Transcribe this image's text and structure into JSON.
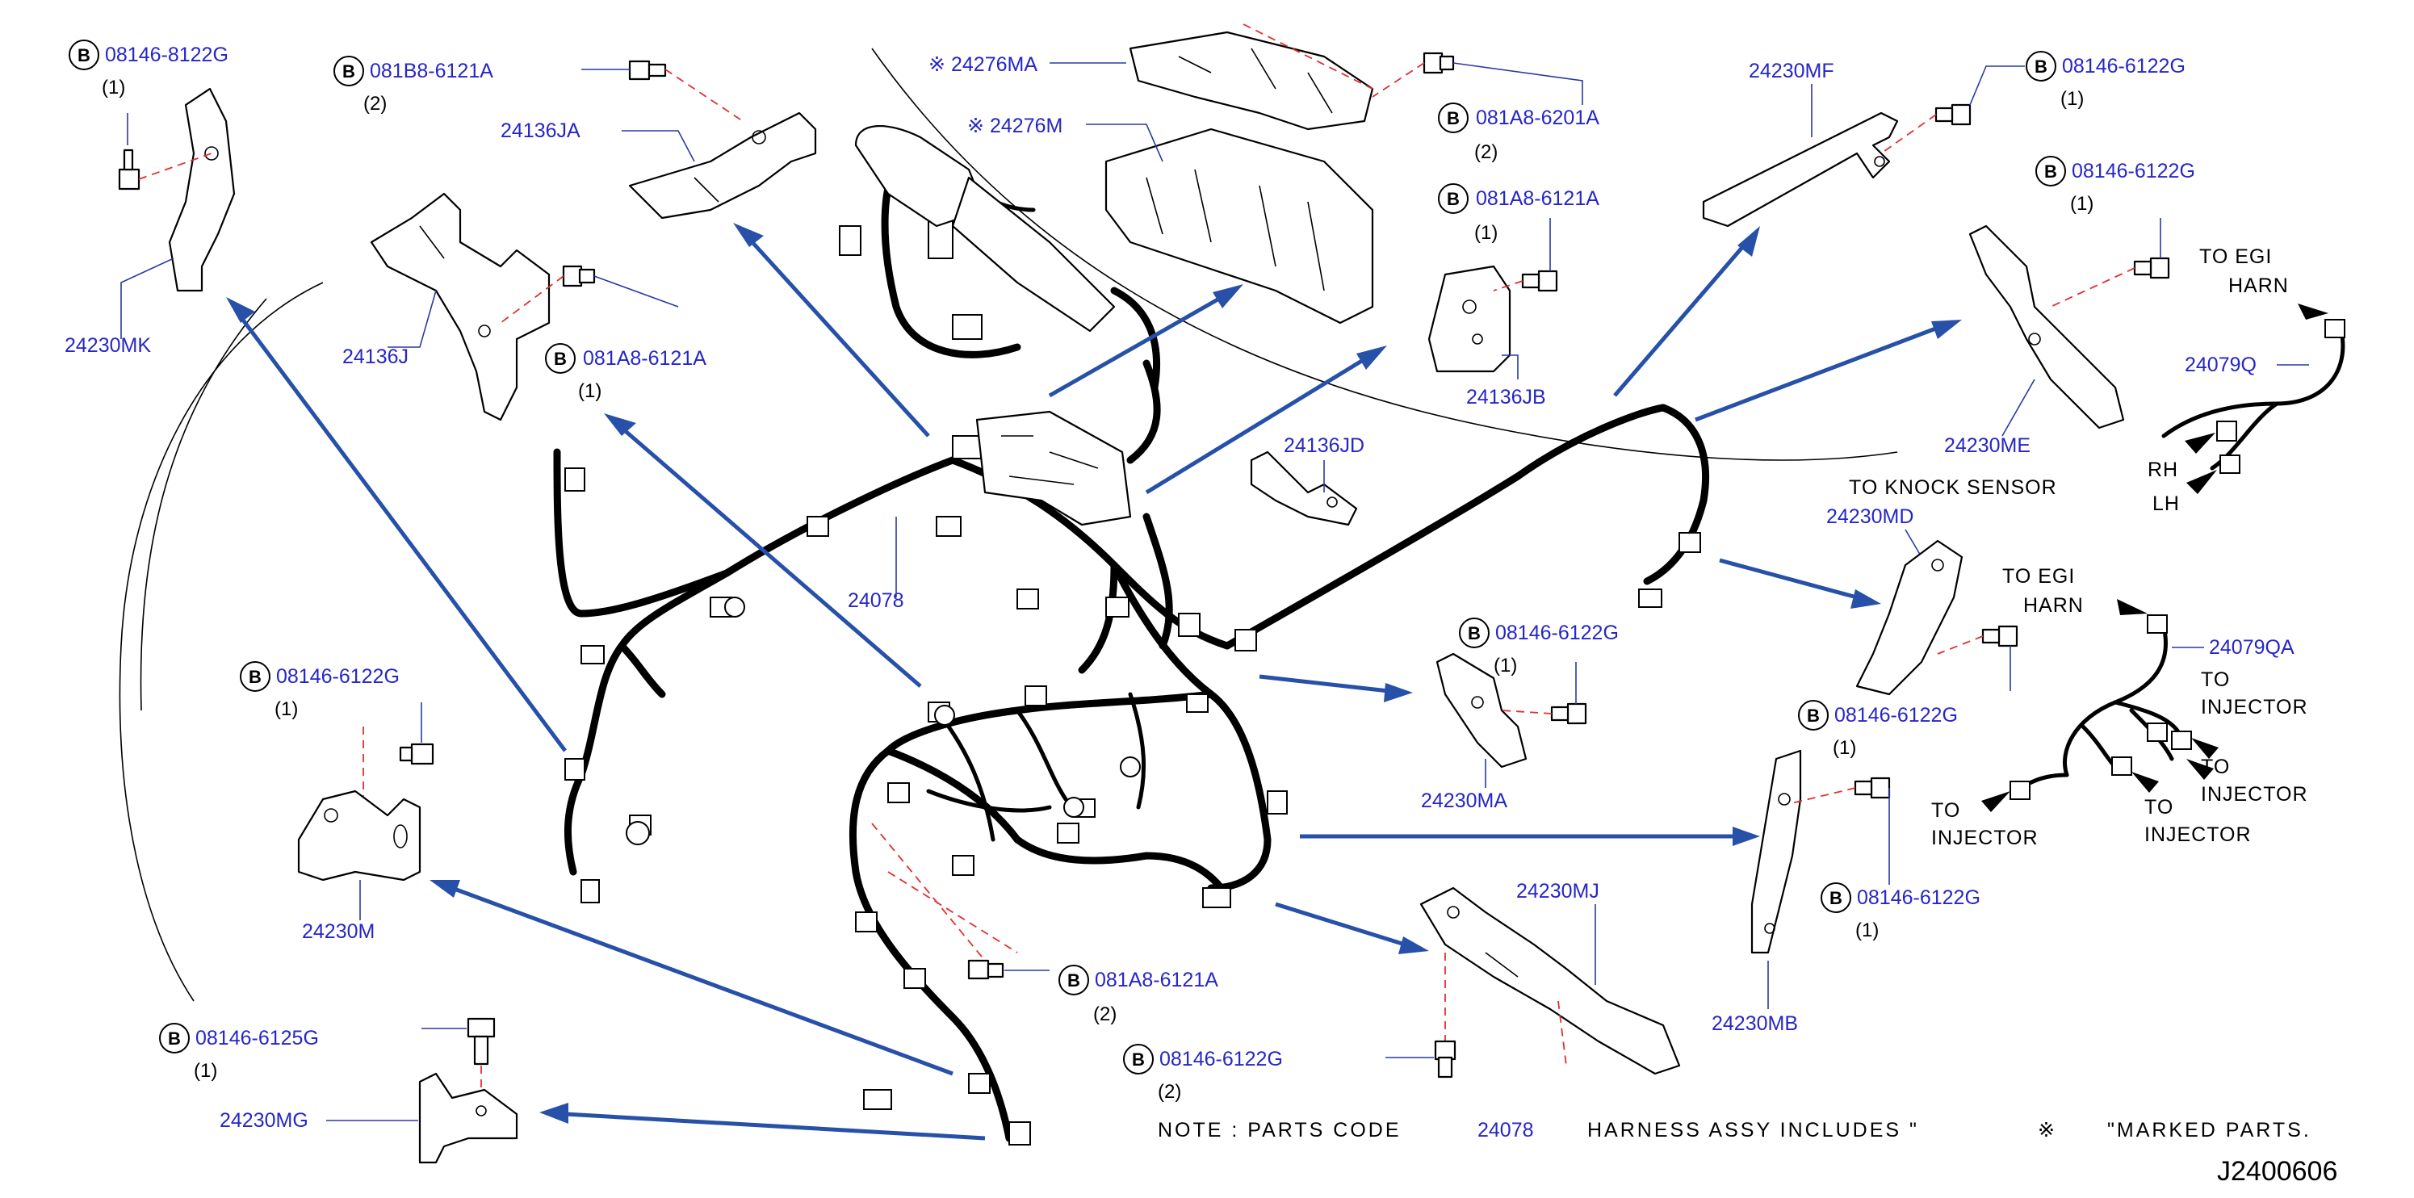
{
  "figure_code": "J2400606",
  "note": {
    "prefix": "NOTE : PARTS CODE",
    "part_code": "24078",
    "middle": "HARNESS ASSY  INCLUDES \"",
    "symbol": "※",
    "suffix": "\"MARKED PARTS."
  },
  "bolt_marker": "B",
  "part_labels": [
    {
      "id": "24230MK",
      "text": "24230MK"
    },
    {
      "id": "24136JA",
      "text": "24136JA"
    },
    {
      "id": "24136J",
      "text": "24136J"
    },
    {
      "id": "24276MA",
      "text": "24276MA"
    },
    {
      "id": "24276M",
      "text": "24276M"
    },
    {
      "id": "24078",
      "text": "24078"
    },
    {
      "id": "24136JB",
      "text": "24136JB"
    },
    {
      "id": "24136JD",
      "text": "24136JD"
    },
    {
      "id": "24230MF",
      "text": "24230MF"
    },
    {
      "id": "24230ME",
      "text": "24230ME"
    },
    {
      "id": "24079Q",
      "text": "24079Q"
    },
    {
      "id": "24230MD",
      "text": "24230MD"
    },
    {
      "id": "24079QA",
      "text": "24079QA"
    },
    {
      "id": "24230MA",
      "text": "24230MA"
    },
    {
      "id": "24230MB",
      "text": "24230MB"
    },
    {
      "id": "24230MJ",
      "text": "24230MJ"
    },
    {
      "id": "24230M",
      "text": "24230M"
    },
    {
      "id": "24230MG",
      "text": "24230MG"
    }
  ],
  "bolts": [
    {
      "id": "b1",
      "part": "08146-8122G",
      "qty": "(1)"
    },
    {
      "id": "b2",
      "part": "081B8-6121A",
      "qty": "(2)"
    },
    {
      "id": "b3",
      "part": "081A8-6121A",
      "qty": "(1)"
    },
    {
      "id": "b4",
      "part": "081A8-6201A",
      "qty": "(2)"
    },
    {
      "id": "b5",
      "part": "081A8-6121A",
      "qty": "(1)"
    },
    {
      "id": "b6",
      "part": "08146-6122G",
      "qty": "(1)"
    },
    {
      "id": "b7",
      "part": "08146-6122G",
      "qty": "(1)"
    },
    {
      "id": "b8",
      "part": "08146-6122G",
      "qty": "(1)"
    },
    {
      "id": "b9",
      "part": "08146-6122G",
      "qty": "(1)"
    },
    {
      "id": "b10",
      "part": "08146-6122G",
      "qty": "(1)"
    },
    {
      "id": "b11",
      "part": "08146-6122G",
      "qty": "(1)"
    },
    {
      "id": "b12",
      "part": "081A8-6121A",
      "qty": "(2)"
    },
    {
      "id": "b13",
      "part": "08146-6125G",
      "qty": "(1)"
    },
    {
      "id": "b14",
      "part": "08146-6122G",
      "qty": "(2)"
    }
  ],
  "callouts": {
    "to_egi_harn_top": {
      "line1": "TO  EGI",
      "line2": "HARN"
    },
    "rh": "RH",
    "lh": "LH",
    "to_knock_sensor": "TO  KNOCK  SENSOR",
    "to_egi_harn_mid": {
      "line1": "TO  EGI",
      "line2": "HARN"
    },
    "to_injector_1": {
      "line1": "TO",
      "line2": "INJECTOR"
    },
    "to_injector_2": {
      "line1": "TO",
      "line2": "INJECTOR"
    },
    "to_injector_3": {
      "line1": "TO",
      "line2": "INJECTOR"
    },
    "to_injector_4": {
      "line1": "TO",
      "line2": "INJECTOR"
    }
  },
  "marked_symbol": "※"
}
